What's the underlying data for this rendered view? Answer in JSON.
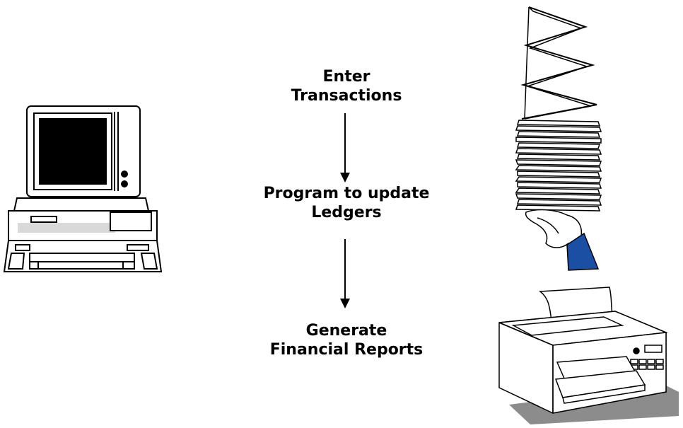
{
  "steps": [
    {
      "line1": "Enter",
      "line2": "Transactions"
    },
    {
      "line1": "Program to update",
      "line2": "Ledgers"
    },
    {
      "line1": "Generate",
      "line2": "Financial Reports"
    }
  ],
  "icons": {
    "computer": "desktop-computer-icon",
    "paper_stack": "paper-stack-icon",
    "printer": "printer-icon"
  },
  "colors": {
    "sleeve": "#1a4fa3",
    "screen": "#000000",
    "line": "#000000"
  }
}
